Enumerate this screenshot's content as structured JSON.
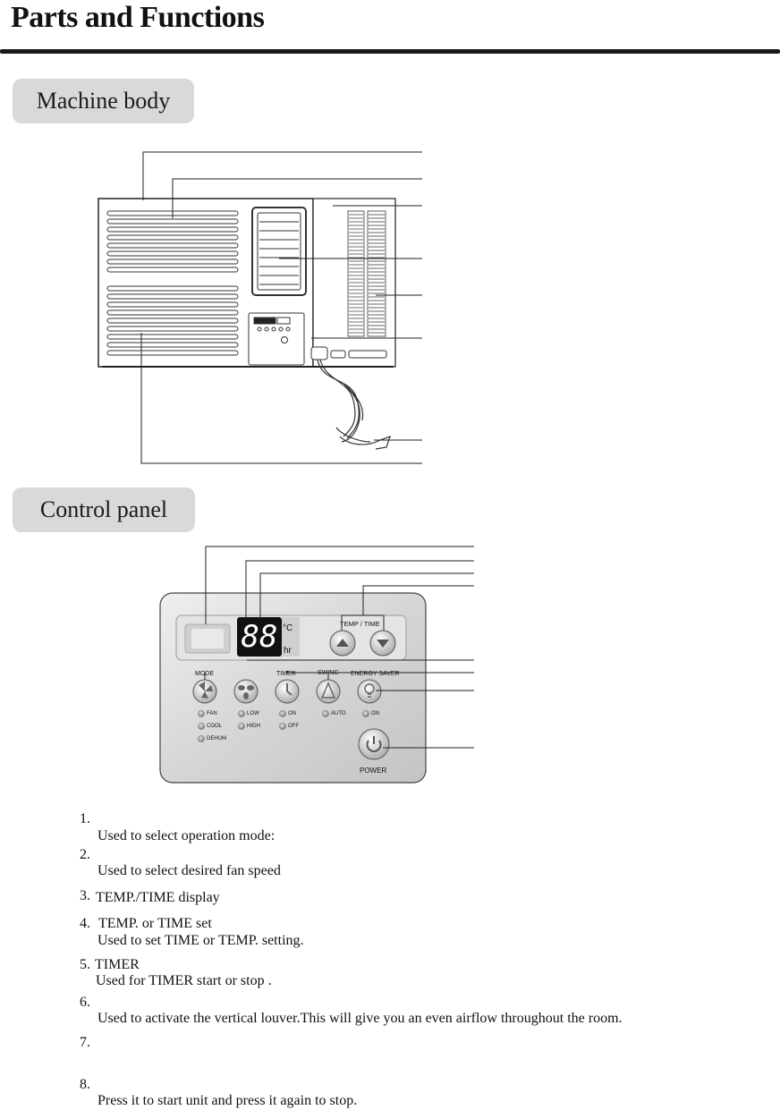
{
  "page": {
    "title": "Parts and Functions"
  },
  "sections": {
    "machine_body": "Machine body",
    "control_panel": "Control panel"
  },
  "panel": {
    "display_digits": "88",
    "unit_c": "°C",
    "unit_hr": "hr",
    "temp_time_label": "TEMP / TIME",
    "mode_label": "MODE",
    "timer_label": "TIMER",
    "swing_label": "SWING",
    "energy_saver_label": "ENERGY SAVER",
    "power_label": "POWER",
    "indicators": {
      "fan": "FAN",
      "cool": "COOL",
      "dehum": "DEHUM",
      "low": "LOW",
      "high": "HIGH",
      "timer_on": "ON",
      "timer_off": "OFF",
      "auto": "AUTO",
      "energy_on": "ON"
    },
    "colors": {
      "panel_bg": "#d8d8d8",
      "display_bg": "#111111",
      "digits": "#ffffff"
    }
  },
  "descriptions": [
    {
      "num": "1.",
      "title": "",
      "detail": "Used to select operation mode:"
    },
    {
      "num": "2.",
      "title": "",
      "detail": "Used to select desired fan speed"
    },
    {
      "num": "3.",
      "title": "TEMP./TIME display",
      "detail": ""
    },
    {
      "num": "4.",
      "title": "TEMP. or TIME set",
      "detail": "Used to set TIME or TEMP. setting."
    },
    {
      "num": "5.",
      "title": "TIMER",
      "detail": "Used for TIMER start or stop ."
    },
    {
      "num": "6.",
      "title": "",
      "detail": "Used to activate the vertical louver.This will give you an even airflow throughout the room."
    },
    {
      "num": "7.",
      "title": "",
      "detail": ""
    },
    {
      "num": "8.",
      "title": "",
      "detail": "Press it to start unit and press it again to stop."
    }
  ]
}
